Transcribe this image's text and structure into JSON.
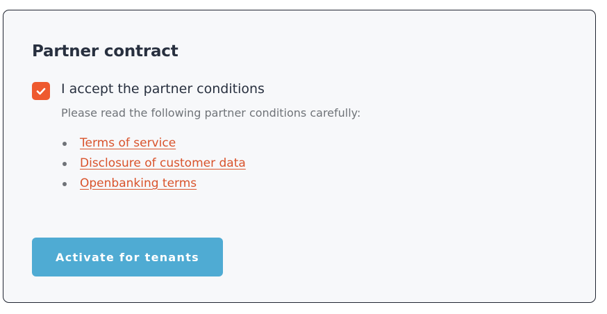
{
  "card": {
    "title": "Partner contract",
    "checkbox": {
      "checked": true,
      "label": "I accept the partner conditions",
      "icon": "check-icon"
    },
    "hint": "Please read the following partner conditions carefully:",
    "links": [
      {
        "label": "Terms of service"
      },
      {
        "label": "Disclosure of customer data"
      },
      {
        "label": "Openbanking terms"
      }
    ],
    "activate_button": {
      "label": "Activate for tenants"
    }
  },
  "colors": {
    "accent_orange": "#ee5a2f",
    "link": "#d9532b",
    "button": "#4fabd3",
    "title_text": "#28303f",
    "muted_text": "#6f7378",
    "card_bg": "#f7f8fa",
    "card_border": "#1f2430"
  }
}
